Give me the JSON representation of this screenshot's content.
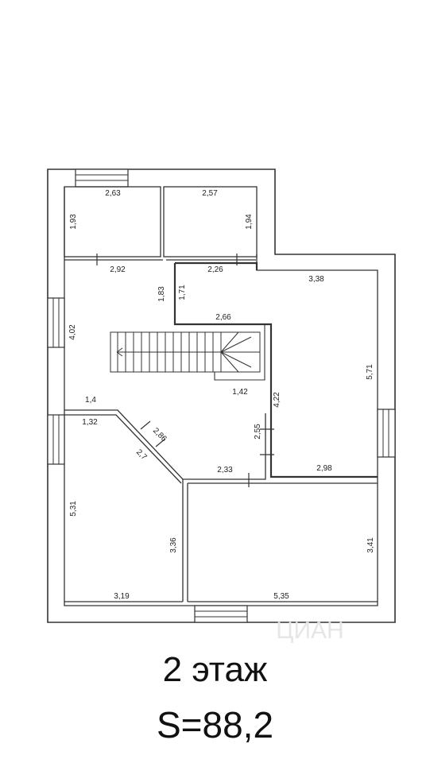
{
  "plan": {
    "floor_label": "2 этаж",
    "area_label": "S=88,2",
    "watermark": "ЦИАН",
    "dimensions": [
      "2,63",
      "2,57",
      "1,93",
      "1,94",
      "2,92",
      "2,26",
      "3,38",
      "1,83",
      "1,71",
      "2,66",
      "4,02",
      "5,71",
      "1,42",
      "4,22",
      "1,4",
      "1,32",
      "2,86",
      "2,7",
      "2,55",
      "2,33",
      "2,98",
      "5,31",
      "3,36",
      "3,41",
      "3,19",
      "5,35"
    ]
  }
}
